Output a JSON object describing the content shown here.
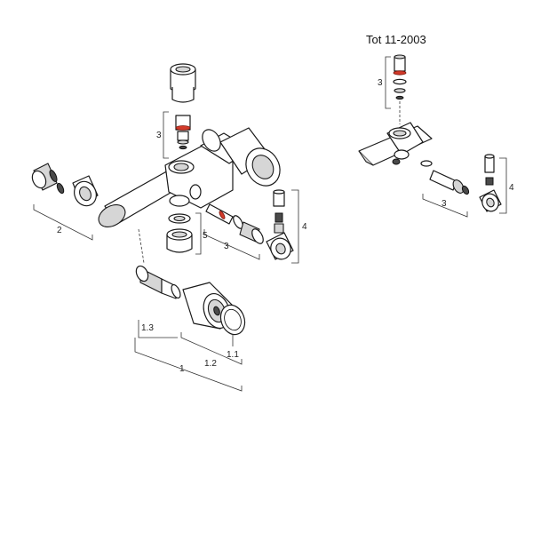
{
  "title": "Tot 11-2003",
  "labels": {
    "l1": "1",
    "l1_2": "1.2",
    "l1_1": "1.1",
    "l1_3": "1.3",
    "l2": "2",
    "l3_top": "3",
    "l3_mid": "3",
    "l4": "4",
    "l5": "5",
    "r3_top": "3",
    "r3_bottom": "3",
    "r4": "4"
  },
  "colors": {
    "line": "#1a1a1a",
    "shade": "#d6d6d6",
    "accent": "#d23a2a"
  }
}
